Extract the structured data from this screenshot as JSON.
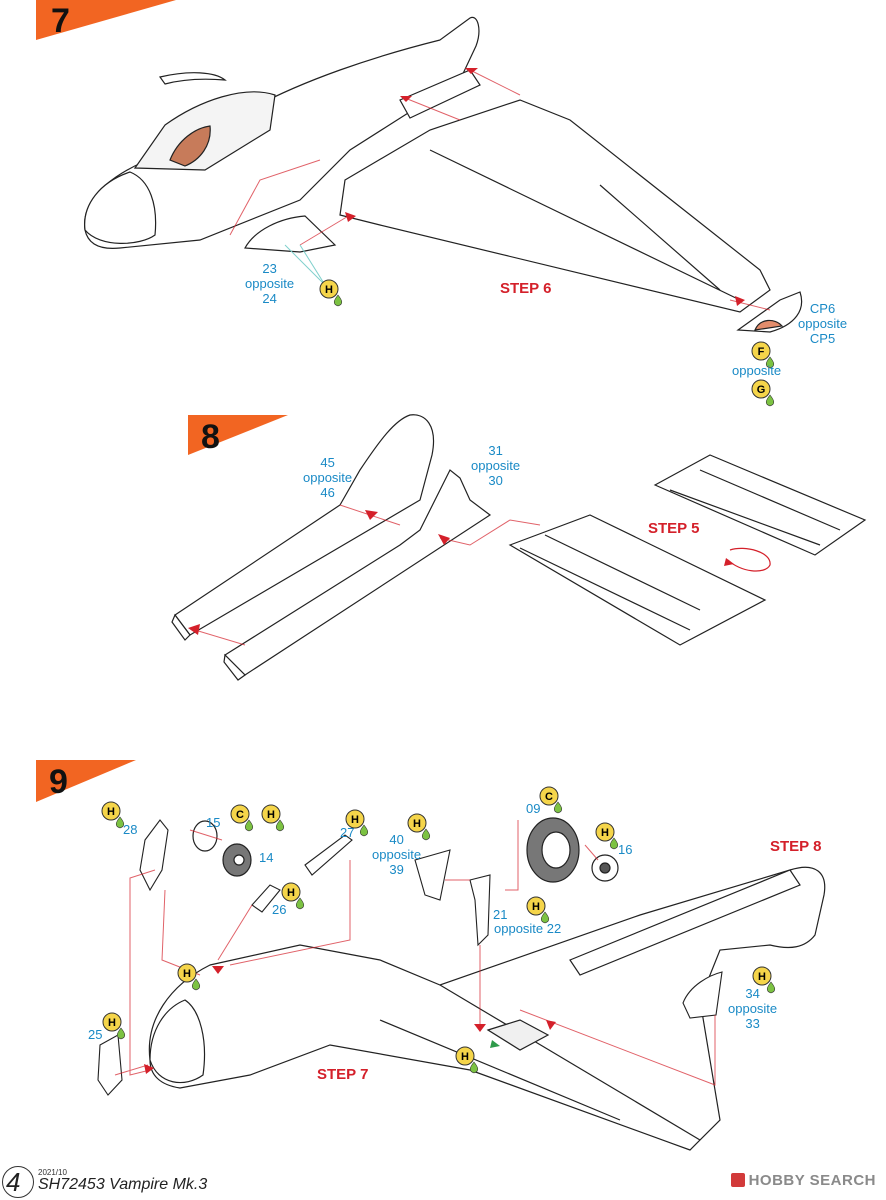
{
  "steps": [
    {
      "number": "7",
      "parts": [
        {
          "label_lines": [
            "23",
            "opposite",
            "24"
          ]
        },
        {
          "label_lines": [
            "CP6",
            "opposite",
            "CP5"
          ]
        }
      ],
      "step_ref": "STEP 6",
      "paint_codes": [
        "H",
        "F",
        "G"
      ],
      "paint_between_label": "opposite"
    },
    {
      "number": "8",
      "parts": [
        {
          "label_lines": [
            "45",
            "opposite",
            "46"
          ]
        },
        {
          "label_lines": [
            "31",
            "opposite",
            "30"
          ]
        }
      ],
      "step_ref": "STEP 5"
    },
    {
      "number": "9",
      "parts": [
        {
          "label": "28"
        },
        {
          "label": "15"
        },
        {
          "label": "14"
        },
        {
          "label": "26"
        },
        {
          "label": "27"
        },
        {
          "label_lines": [
            "40",
            "opposite",
            "39"
          ]
        },
        {
          "label": "09"
        },
        {
          "label": "16"
        },
        {
          "label": "21"
        },
        {
          "label": "opposite 22"
        },
        {
          "label_lines": [
            "34",
            "opposite",
            "33"
          ]
        },
        {
          "label": "25"
        }
      ],
      "step_refs": [
        "STEP 8",
        "STEP 7"
      ],
      "paint_codes": [
        "H",
        "C",
        "H",
        "H",
        "H",
        "C",
        "H",
        "H",
        "H",
        "H",
        "H",
        "H",
        "H"
      ]
    }
  ],
  "footer": {
    "page_number": "4",
    "date": "2021/10",
    "title": "SH72453 Vampire Mk.3"
  },
  "watermark": "HOBBY SEARCH",
  "colors": {
    "step_tab": "#f26522",
    "part_number": "#1a8ac6",
    "step_reference": "#d4202a",
    "arrow": "#d4202a",
    "paint_circle": "#f5d54a",
    "paint_drop": "#7cc242"
  }
}
